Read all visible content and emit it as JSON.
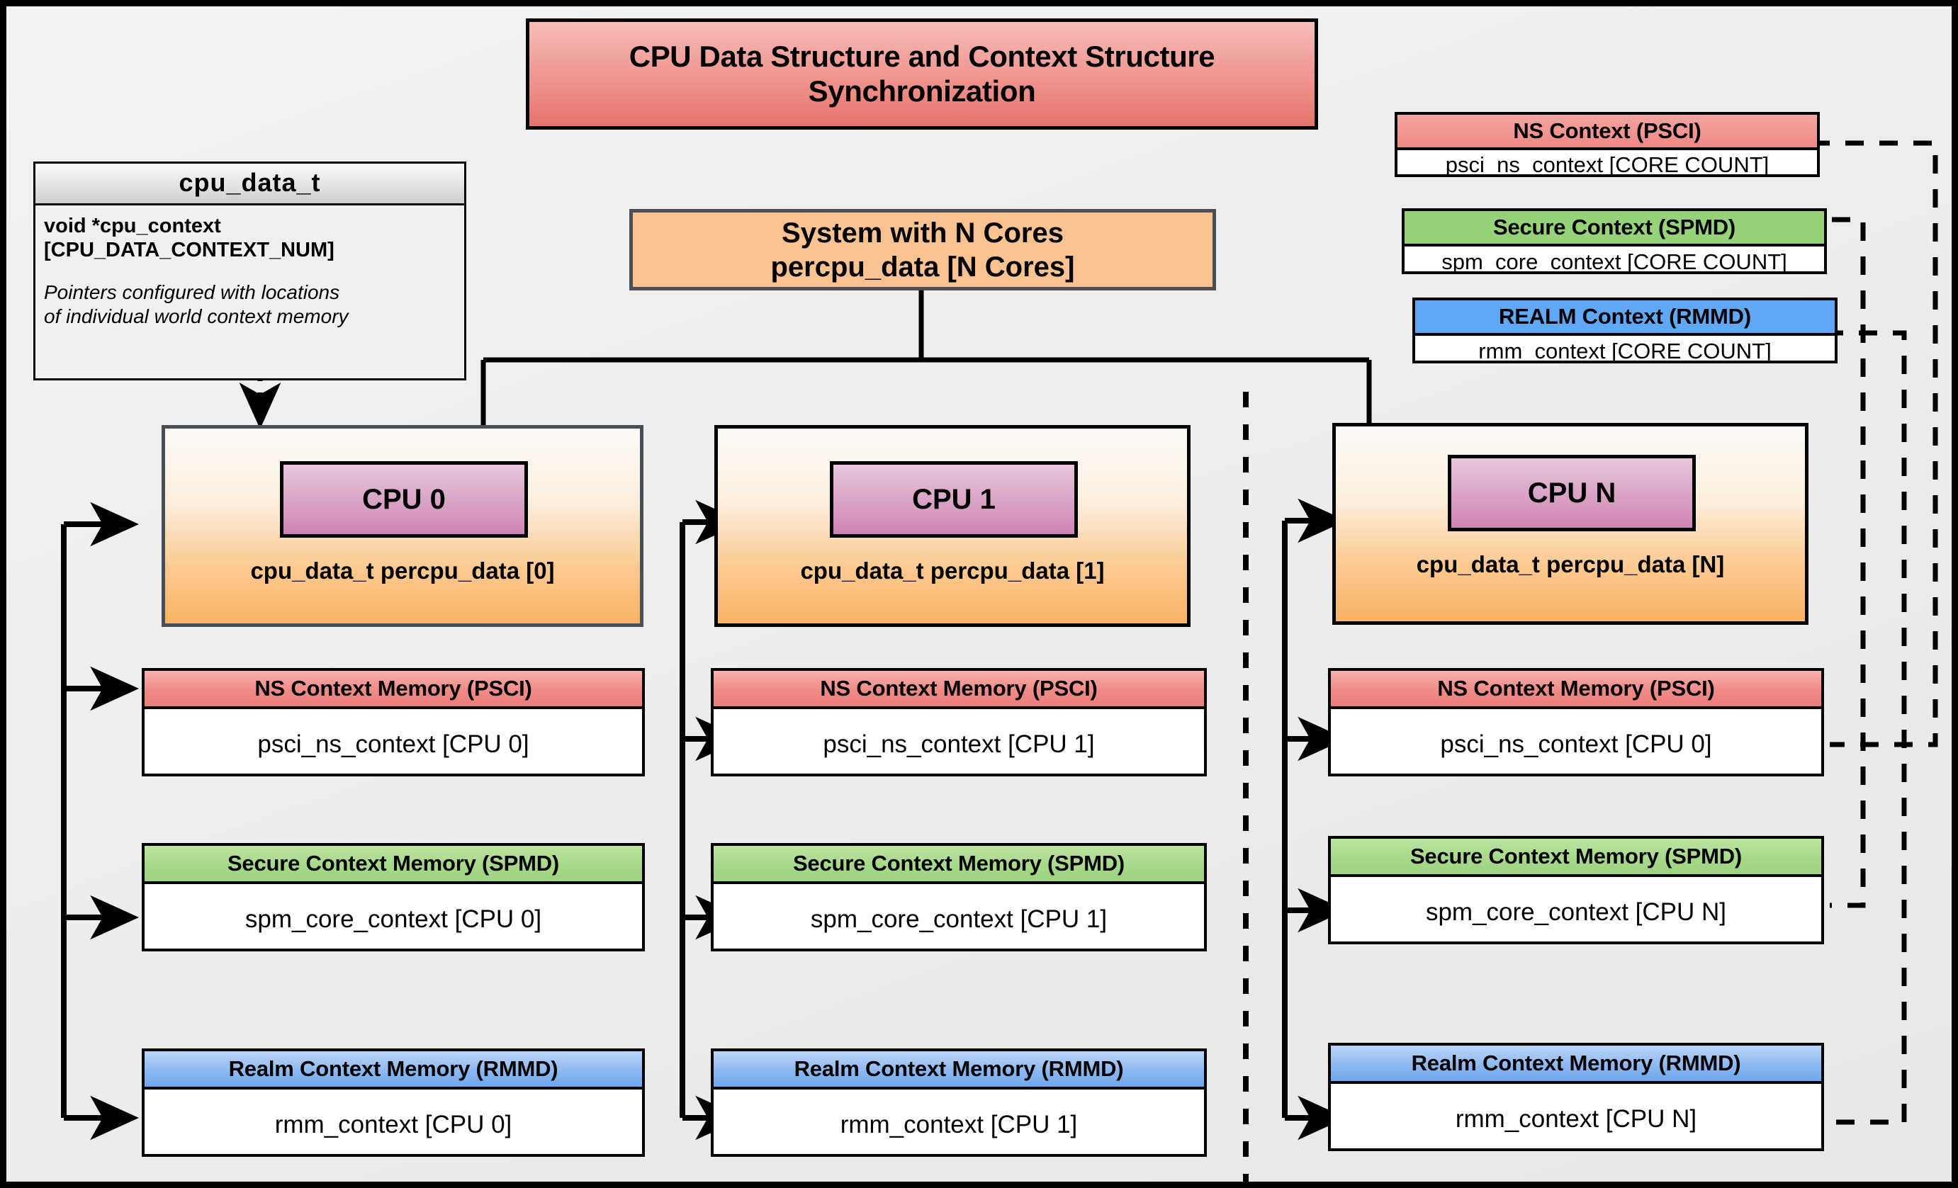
{
  "diagram": {
    "title": "CPU Data Structure and Context Structure Synchronization",
    "system": {
      "line1": "System with N Cores",
      "line2": "percpu_data [N Cores]"
    },
    "struct": {
      "name": "cpu_data_t",
      "field": "void  *cpu_context\n[CPU_DATA_CONTEXT_NUM]",
      "note": "Pointers configured with locations\nof individual world context memory"
    },
    "global_contexts": [
      {
        "header": "NS Context  (PSCI)",
        "body": "psci_ns_context [CORE COUNT]"
      },
      {
        "header": "Secure Context (SPMD)",
        "body": "spm_core_context [CORE COUNT]"
      },
      {
        "header": "REALM Context (RMMD)",
        "body": "rmm_context [CORE COUNT]"
      }
    ],
    "cpus": [
      {
        "chip": "CPU 0",
        "label": "cpu_data_t percpu_data [0]",
        "contexts": [
          {
            "header": "NS Context Memory (PSCI)",
            "body": "psci_ns_context [CPU 0]"
          },
          {
            "header": "Secure Context Memory (SPMD)",
            "body": "spm_core_context [CPU 0]"
          },
          {
            "header": "Realm Context Memory (RMMD)",
            "body": "rmm_context [CPU 0]"
          }
        ]
      },
      {
        "chip": "CPU 1",
        "label": "cpu_data_t percpu_data [1]",
        "contexts": [
          {
            "header": "NS Context Memory (PSCI)",
            "body": "psci_ns_context [CPU 1]"
          },
          {
            "header": "Secure Context Memory (SPMD)",
            "body": "spm_core_context [CPU 1]"
          },
          {
            "header": "Realm Context Memory (RMMD)",
            "body": "rmm_context [CPU 1]"
          }
        ]
      },
      {
        "chip": "CPU N",
        "label": "cpu_data_t percpu_data [N]",
        "contexts": [
          {
            "header": "NS Context Memory (PSCI)",
            "body": "psci_ns_context [CPU 0]"
          },
          {
            "header": "Secure Context Memory (SPMD)",
            "body": "spm_core_context [CPU N]"
          },
          {
            "header": "Realm Context Memory (RMMD)",
            "body": "rmm_context [CPU N]"
          }
        ]
      }
    ],
    "colors": {
      "ns": "#ea7f7a",
      "secure": "#9ed381",
      "realm": "#6ea8ef",
      "cpu_chip": "#cf84b4",
      "cpu_box": "#fbb263",
      "title": "#e8736c",
      "background": "#ececec",
      "frame": "#000000"
    }
  }
}
